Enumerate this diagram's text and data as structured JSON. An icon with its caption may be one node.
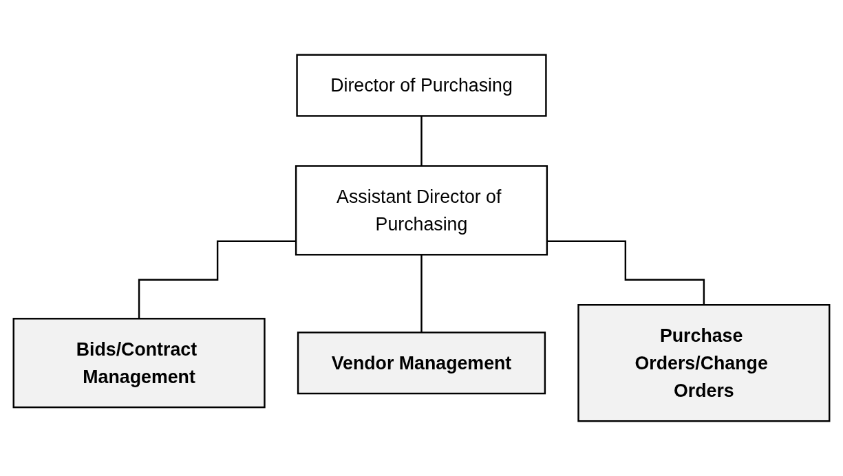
{
  "diagram": {
    "nodes": [
      {
        "text": [
          "Director of Purchasing"
        ]
      },
      {
        "text": [
          "Assistant Director of Purchasing"
        ]
      },
      {
        "text": [
          "Bids/Contract Management"
        ]
      },
      {
        "text": [
          "Vendor Management"
        ]
      },
      {
        "text": [
          "Purchase Orders/Change Orders"
        ]
      }
    ],
    "edges": [
      {
        "from": 0,
        "to": 1,
        "arrow": "none"
      },
      {
        "from": 1,
        "to": 2,
        "arrow": "none"
      },
      {
        "from": 1,
        "to": 3,
        "arrow": "none"
      },
      {
        "from": 1,
        "to": 4,
        "arrow": "none"
      }
    ]
  }
}
